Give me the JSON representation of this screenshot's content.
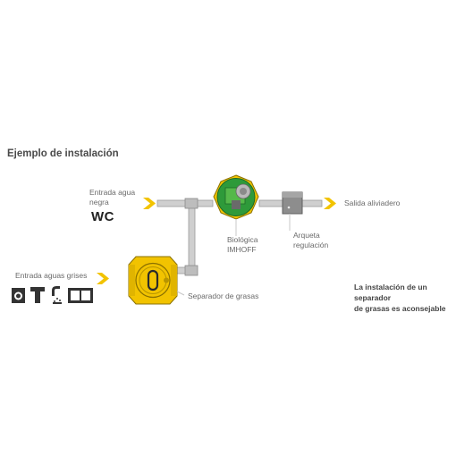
{
  "title": "Ejemplo de instalación",
  "labels": {
    "black_water_inlet": [
      "Entrada agua",
      "negra"
    ],
    "wc": "WC",
    "grey_water_inlet": "Entrada aguas grises",
    "biological_tank": [
      "Biológica",
      "IMHOFF"
    ],
    "regulation_box": [
      "Arqueta",
      "regulación"
    ],
    "overflow_outlet": "Salida aliviadero",
    "grease_separator": "Separador de grasas"
  },
  "note": [
    "La instalación de un separador",
    "de grasas es aconsejable"
  ],
  "icons": [
    "washing-machine-icon",
    "sink-icon",
    "shower-icon",
    "dishwasher-icon"
  ],
  "colors": {
    "accent": "#f2c300",
    "pipe": "#c8c8c8",
    "tank_green": "#2e9a3a",
    "box": "#8d8d8d"
  }
}
